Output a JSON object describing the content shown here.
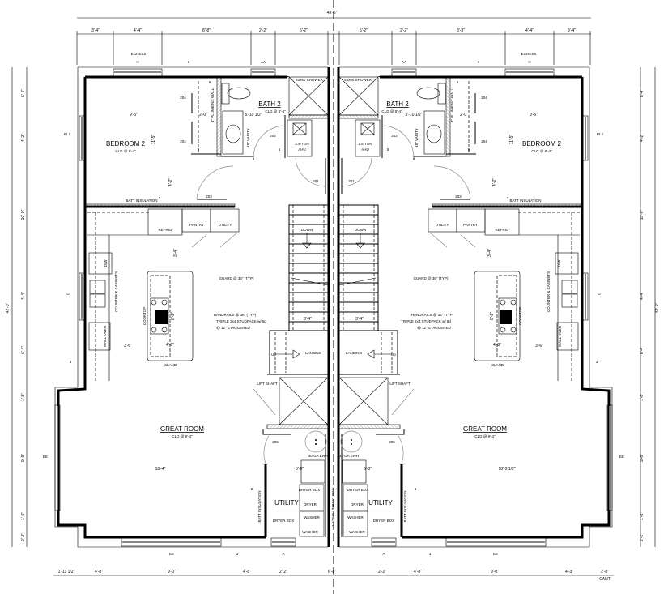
{
  "dimensions": {
    "overall_width": "49'-6\"",
    "overall_depth": "42'-0\"",
    "top": [
      "3'-4\"",
      "4'-4\"",
      "8'-8\"",
      "2'-2\"",
      "5'-2\"",
      "5'-2\"",
      "2'-2\"",
      "8'-3\"",
      "4'-4\"",
      "3'-4\""
    ],
    "bottom": [
      "1'-11 1/2\"",
      "4'-8\"",
      "9'-0\"",
      "4'-8\"",
      "2'-2\"",
      "6'-8\"",
      "2'-2\"",
      "4'-8\"",
      "9'-0\"",
      "4'-3\"",
      "2'-8\""
    ],
    "bottom_note": "CANT",
    "sides": [
      "6'-4\"",
      "4'-2\"",
      "10'-0\"",
      "4'-4\"",
      "6'-4\"",
      "1'-8\"",
      "9'-8\"",
      "1'-8\"",
      "2'-2\""
    ]
  },
  "rooms": {
    "bedroom": "BEDROOM 2",
    "bedroom_clg": "CLG @ 8'-4\"",
    "bath": "BATH 2",
    "bath_clg": "CLG @ 8'-4\"",
    "shower": "40x60 SHOWER",
    "ahu_1": "2.5-TON",
    "ahu_2": "AHU",
    "vanity": "48\" VANITY",
    "plumbing_wall": "4\" PLUMBING WALL",
    "batt": "BATT INSULATION",
    "refrig": "REFRIG",
    "pantry": "PANTRY",
    "utility_closet": "UTILITY",
    "dw": "D/W",
    "counter": "COUNTER & CABINETS",
    "cooktop": "COOKTOP",
    "wall_oven": "WALL OVEN",
    "island": "ISLAND",
    "down": "DOWN",
    "guard": "GUARD @ 36\" (TYP)",
    "handrails": "HANDRAILS @ 36\" (TYP)",
    "studpack_1": "TRIPLE 2x4 STUDPACK w/ 8d",
    "studpack_2": "@ 12\" STAGGERED",
    "landing": "LANDING",
    "up": "Up",
    "lift": "LIFT SHAFT",
    "great": "GREAT ROOM",
    "great_clg": "CLG @ 9'-4\"",
    "ewh": "30 GA EWH",
    "utility": "UTILITY",
    "dryer_box": "DRYER BOX",
    "dryer": "DRYER",
    "washer": "WASHER",
    "egress": "EGRESS",
    "center_wall": "1 1/2\" PLUMBING WALL"
  },
  "tags": {
    "window_h": "H",
    "window_aa": "AA",
    "window_pl2": "PL2",
    "window_g": "G",
    "window_ee": "EE",
    "window_a": "A",
    "wall_3": "3",
    "wall_5": "5",
    "door_201": "201",
    "door_202": "202",
    "door_203": "203",
    "door_204": "204",
    "door_205": "205"
  },
  "unit_a": {
    "bedroom_w": "9'-5\"",
    "bedroom_d": "11'-5\"",
    "closet": "2'-0\"",
    "bath_w": "5'-10 1/2\"",
    "hall": "4'-2\"",
    "refrig_clear": "3'-4\"",
    "island_len": "8'-2\"",
    "aisle": "3'-6\"",
    "island_w": "4'-8\"",
    "stair_w": "3'-4\"",
    "great_w": "18'-4\"",
    "utility_w": "5'-8\""
  },
  "unit_b": {
    "bedroom_w": "9'-5\"",
    "bedroom_d": "11'-5\"",
    "closet": "2'-0\"",
    "bath_w": "5'-10 1/2\"",
    "hall": "4'-2\"",
    "refrig_clear": "3'-4\"",
    "island_len": "8'-2\"",
    "aisle": "3'-6\"",
    "island_w": "4'-8\"",
    "stair_w": "3'-4\"",
    "great_w": "18'-3 1/2\"",
    "utility_w": "5'-8\""
  }
}
